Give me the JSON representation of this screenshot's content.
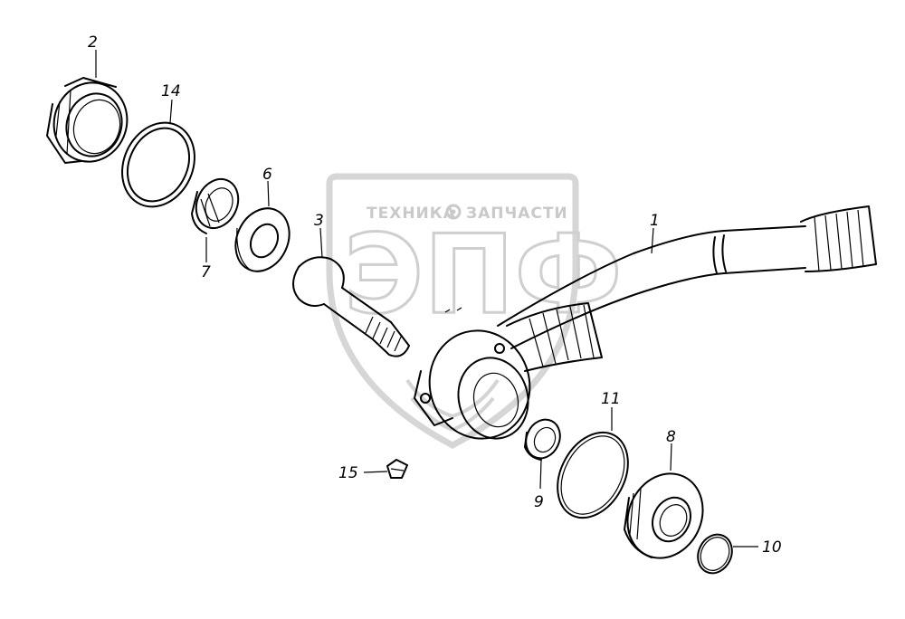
{
  "watermark": {
    "left_text": "ТЕХНИКА",
    "right_text": "ЗАПЧАСТИ",
    "logo_text": "ЭПФ",
    "shield_color": "#d9d9d9",
    "icon": "gear-icon"
  },
  "callouts": {
    "c1": "1",
    "c2": "2",
    "c3": "3",
    "c6": "6",
    "c7": "7",
    "c8": "8",
    "c9": "9",
    "c10": "10",
    "c11": "11",
    "c14": "14",
    "c15": "15"
  }
}
